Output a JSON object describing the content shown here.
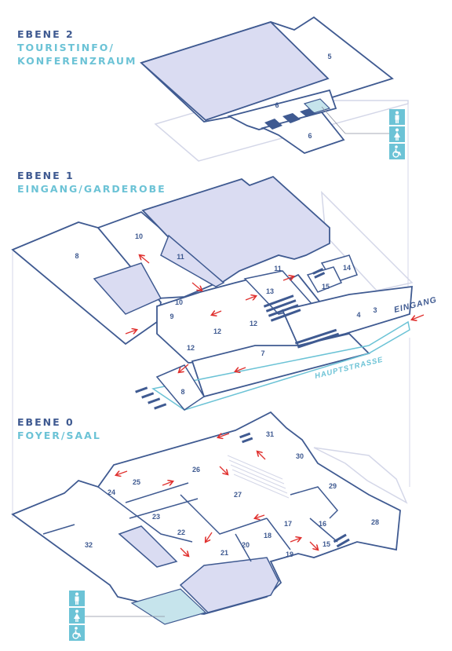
{
  "levels": [
    {
      "title": "EBENE 2",
      "subtitle_1": "TOURISTINFO/",
      "subtitle_2": "KONFERENZRAUM"
    },
    {
      "title": "EBENE 1",
      "subtitle_1": "EINGANG/GARDEROBE"
    },
    {
      "title": "EBENE 0",
      "subtitle_1": "FOYER/SAAL"
    }
  ],
  "room_numbers": {
    "r5": "5",
    "r6a": "6",
    "r6b": "6",
    "r8a": "8",
    "r10a": "10",
    "r11a": "11",
    "r11b": "11",
    "r14": "14",
    "r15a": "15",
    "r13": "13",
    "r10b": "10",
    "r9": "9",
    "r12a": "12",
    "r12b": "12",
    "r12c": "12",
    "r4": "4",
    "r3": "3",
    "r7": "7",
    "r8b": "8",
    "r31": "31",
    "r30": "30",
    "r25": "25",
    "r26": "26",
    "r24": "24",
    "r27": "27",
    "r29": "29",
    "r23": "23",
    "r17": "17",
    "r16": "16",
    "r28": "28",
    "r32": "32",
    "r22": "22",
    "r18": "18",
    "r20": "20",
    "r21": "21",
    "r19": "19",
    "r15b": "15"
  },
  "labels": {
    "street": "HAUPTSTRASSE",
    "entrance": "EINGANG"
  },
  "icons": {
    "top": [
      "male-icon",
      "female-icon",
      "wheelchair-icon"
    ],
    "bottom": [
      "male-icon",
      "female-icon",
      "wheelchair-icon"
    ]
  },
  "colors": {
    "outline": "#3f5a91",
    "fill": "#dadcf2",
    "accent": "#6cc3d6",
    "arrow": "#e0312f",
    "faint": "#d4d7e8"
  }
}
